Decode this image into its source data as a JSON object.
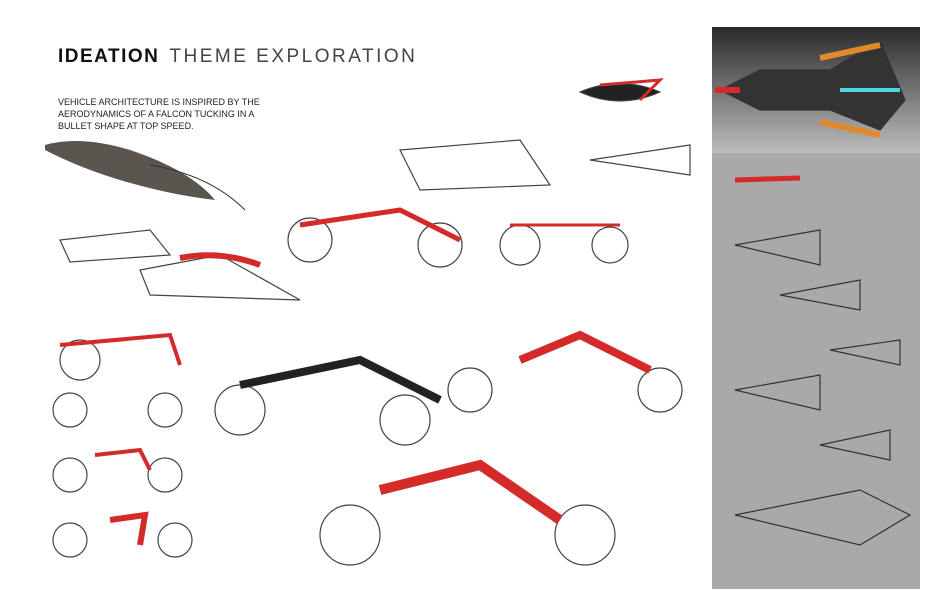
{
  "header": {
    "title_bold": "IDEATION",
    "title_light": "THEME EXPLORATION"
  },
  "caption": "Vehicle architecture is inspired by the aerodynamics of a falcon tucking in a bullet shape at top speed.",
  "colors": {
    "accent_red": "#d42a2a",
    "accent_orange": "#e08a2a",
    "accent_cyan": "#4fd6e0",
    "panel_gray": "#a9a9a9",
    "sketch_gray": "#555555"
  },
  "sketches": {
    "falcon_reference": "falcon photo",
    "side_views": 10,
    "top_views": 10,
    "render_top_view": "orange/cyan rendered top view"
  }
}
